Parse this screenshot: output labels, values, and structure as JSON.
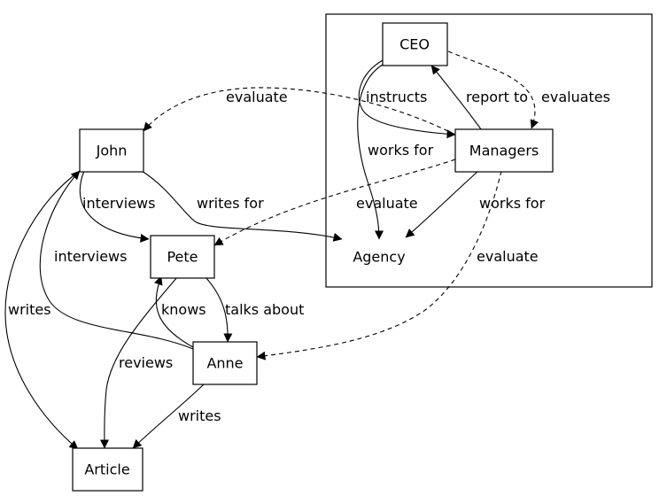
{
  "nodes": {
    "ceo": "CEO",
    "managers": "Managers",
    "agency": "Agency",
    "john": "John",
    "pete": "Pete",
    "anne": "Anne",
    "article": "Article"
  },
  "edges": {
    "ceo_instructs_managers": "instructs",
    "ceo_works_for_agency": "works for",
    "managers_report_to_ceo": "report to",
    "ceo_evaluates_managers": "evaluates",
    "managers_evaluate_john": "evaluate",
    "managers_works_for_agency": "works for",
    "managers_evaluate_pete": "evaluate",
    "managers_evaluate_anne": "evaluate",
    "john_interviews_pete": "interviews",
    "john_writes_for_agency": "writes for",
    "anne_interviews_john": "interviews",
    "john_writes_article": "writes",
    "anne_knows_pete": "knows",
    "pete_talks_about_anne": "talks about",
    "pete_reviews_article": "reviews",
    "anne_writes_article": "writes"
  }
}
